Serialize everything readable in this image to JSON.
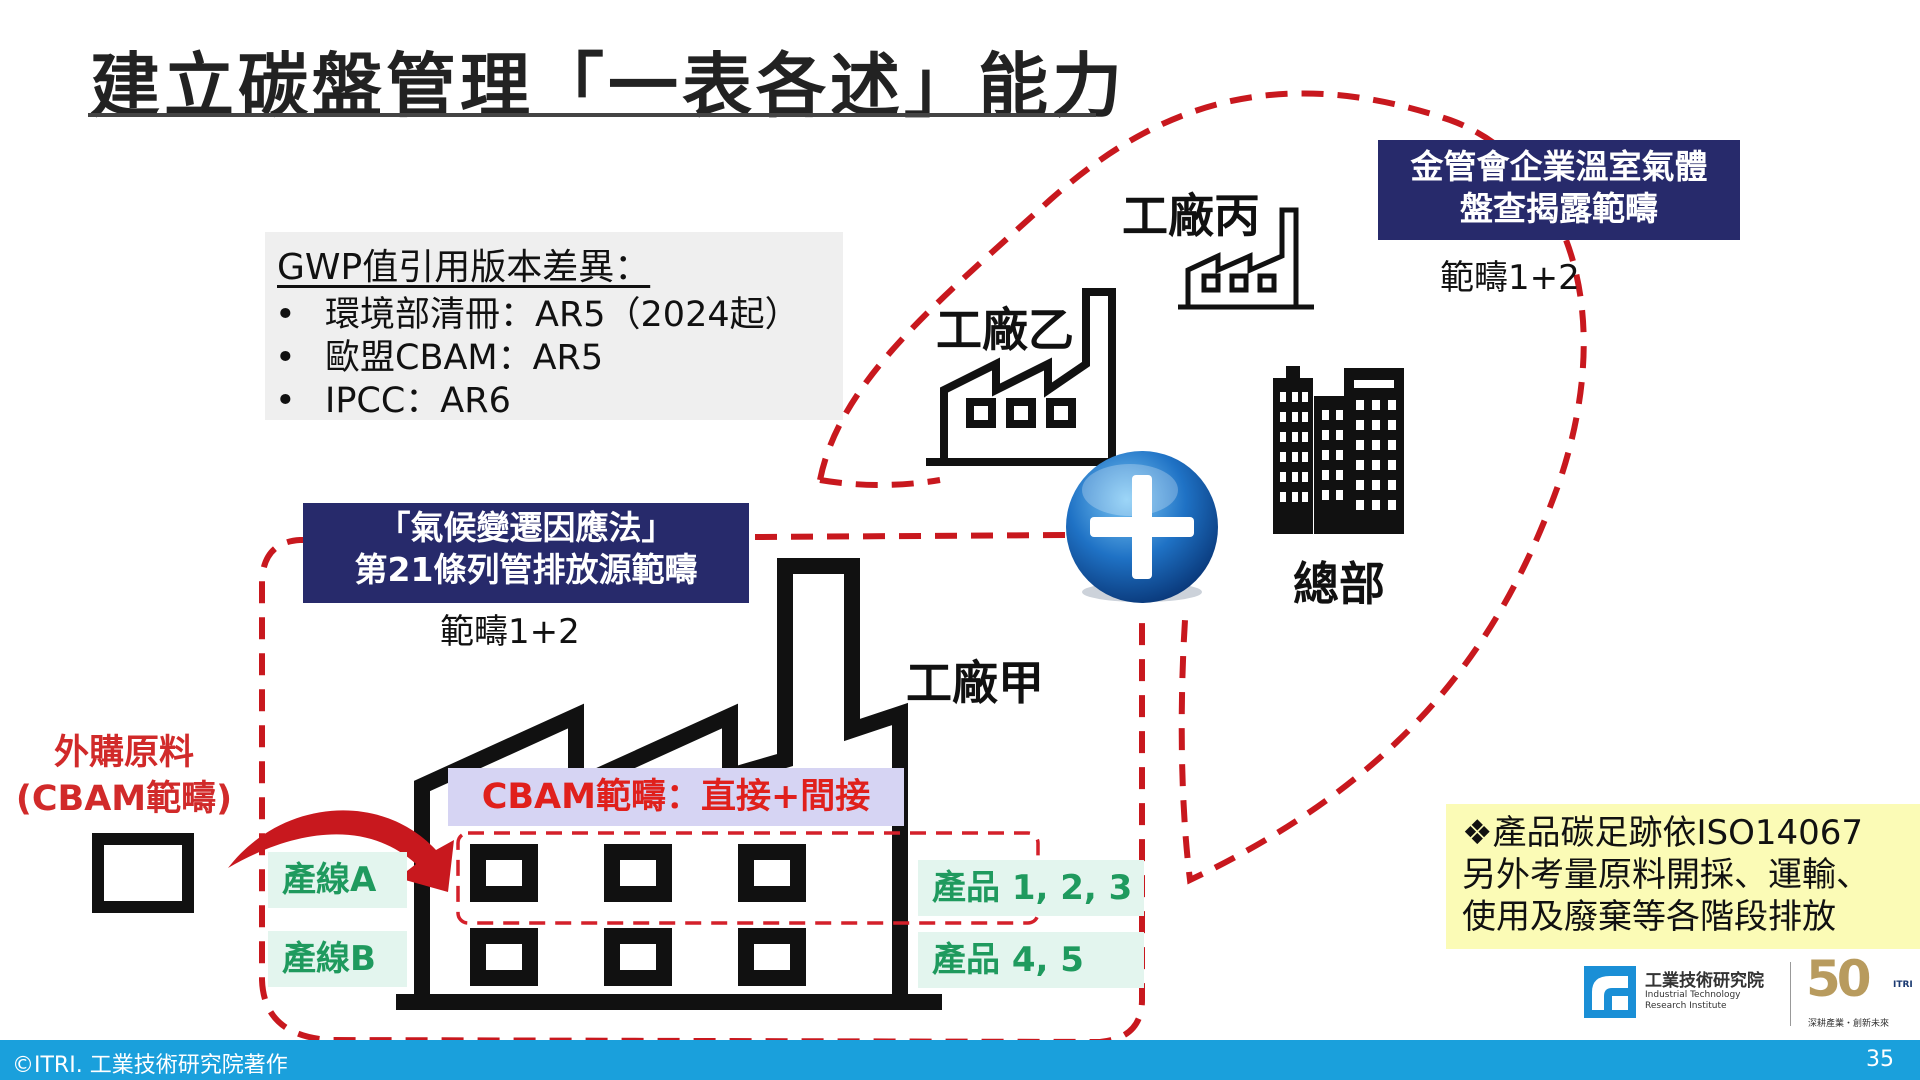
{
  "slide": {
    "title": "建立碳盤管理「一表各述」能力",
    "page_number": "35"
  },
  "gwp_box": {
    "heading": "GWP值引用版本差異：",
    "items": [
      {
        "bullet": "•",
        "text": "環境部清冊：AR5（2024起）"
      },
      {
        "bullet": "•",
        "text": "歐盟CBAM：AR5"
      },
      {
        "bullet": "•",
        "text": "IPCC：AR6"
      }
    ]
  },
  "law_label": {
    "line1": "「氣候變遷因應法」",
    "line2": "第21條列管排放源範疇",
    "scope": "範疇1+2"
  },
  "disclosure_label": {
    "line1": "金管會企業溫室氣體",
    "line2": "盤查揭露範疇",
    "scope": "範疇1+2"
  },
  "facilities": {
    "factory_c": "工廠丙",
    "factory_b": "工廠乙",
    "factory_a": "工廠甲",
    "headquarters": "總部"
  },
  "purchased": {
    "line1": "外購原料",
    "line2": "(CBAM範疇)"
  },
  "cbam_label": "CBAM範疇：直接+間接",
  "production_lines": {
    "line_a": "產線A",
    "line_b": "產線B",
    "products_a": "產品 1, 2, 3",
    "products_b": "產品 4, 5"
  },
  "iso_note": {
    "line1": "❖產品碳足跡依ISO14067",
    "line2": "另外考量原料開採、運輸、",
    "line3": "使用及廢棄等各階段排放"
  },
  "logo": {
    "name": "工業技術研究院",
    "english": "Industrial Technology Research Institute",
    "anniversary": "50",
    "slogan": "深耕產業・創新未來",
    "brand": "ITRI"
  },
  "footer": {
    "copyright": "©ITRI. 工業技術研究院著作"
  },
  "colors": {
    "dashed_border": "#c8181e",
    "navy_label": "#272a6b",
    "footer_bar": "#1aa0dc",
    "green_text": "#1f9a5e",
    "note_bg": "#fbfbb6",
    "cbam_bg": "#d6d4f3"
  }
}
